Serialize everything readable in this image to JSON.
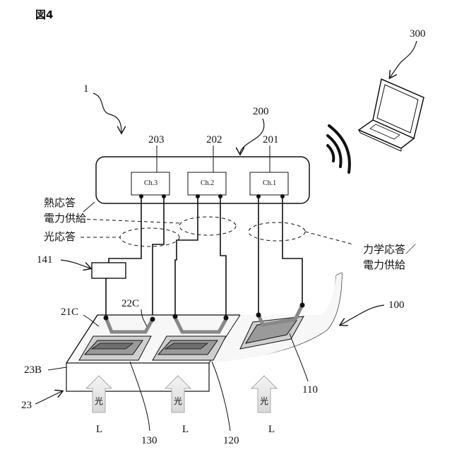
{
  "figure_label": "図4",
  "labels": {
    "system": "1",
    "device": "100",
    "controller": "200",
    "terminal": "300",
    "ch1_num": "201",
    "ch2_num": "202",
    "ch3_num": "203",
    "element_141": "141",
    "wire_21c": "21C",
    "wire_22c": "22C",
    "layer_23b": "23B",
    "substrate_23": "23",
    "sensor_130": "130",
    "sensor_120": "120",
    "sensor_110": "110"
  },
  "channels": {
    "ch1": "Ch.1",
    "ch2": "Ch.2",
    "ch3": "Ch.3"
  },
  "responses": {
    "thermal_line1": "熱応答",
    "thermal_line2": "電力供給",
    "optical": "光応答",
    "mechanical_line1": "力学応答／",
    "mechanical_line2": "電力供給"
  },
  "light": {
    "glyph": "光",
    "label": "L"
  }
}
